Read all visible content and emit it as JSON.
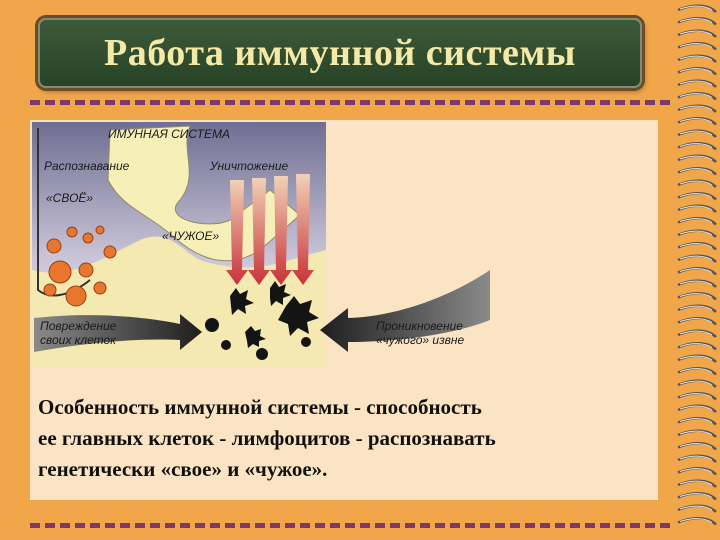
{
  "slide": {
    "title": "Работа иммунной системы",
    "body_lines": [
      "Особенность иммунной системы - способность",
      "ее главных клеток - лимфоцитов - распознавать",
      "генетически «свое» и «чужое»."
    ]
  },
  "diagram": {
    "header": "ИМУННАЯ СИСТЕМА",
    "recognition": "Распознавание",
    "self": "«СВОЁ»",
    "destruction": "Уничтожение",
    "foreign": "«ЧУЖОЕ»",
    "damage_line1": "Повреждение",
    "damage_line2": "своих клеток",
    "invasion_line1": "Проникновение",
    "invasion_line2": "«чужого» извне"
  },
  "colors": {
    "background": "#f2a64a",
    "title_box": "#2f4c2e",
    "title_text": "#f5e9a8",
    "dash": "#7a3b6b",
    "panel": "#fbe4c4"
  }
}
